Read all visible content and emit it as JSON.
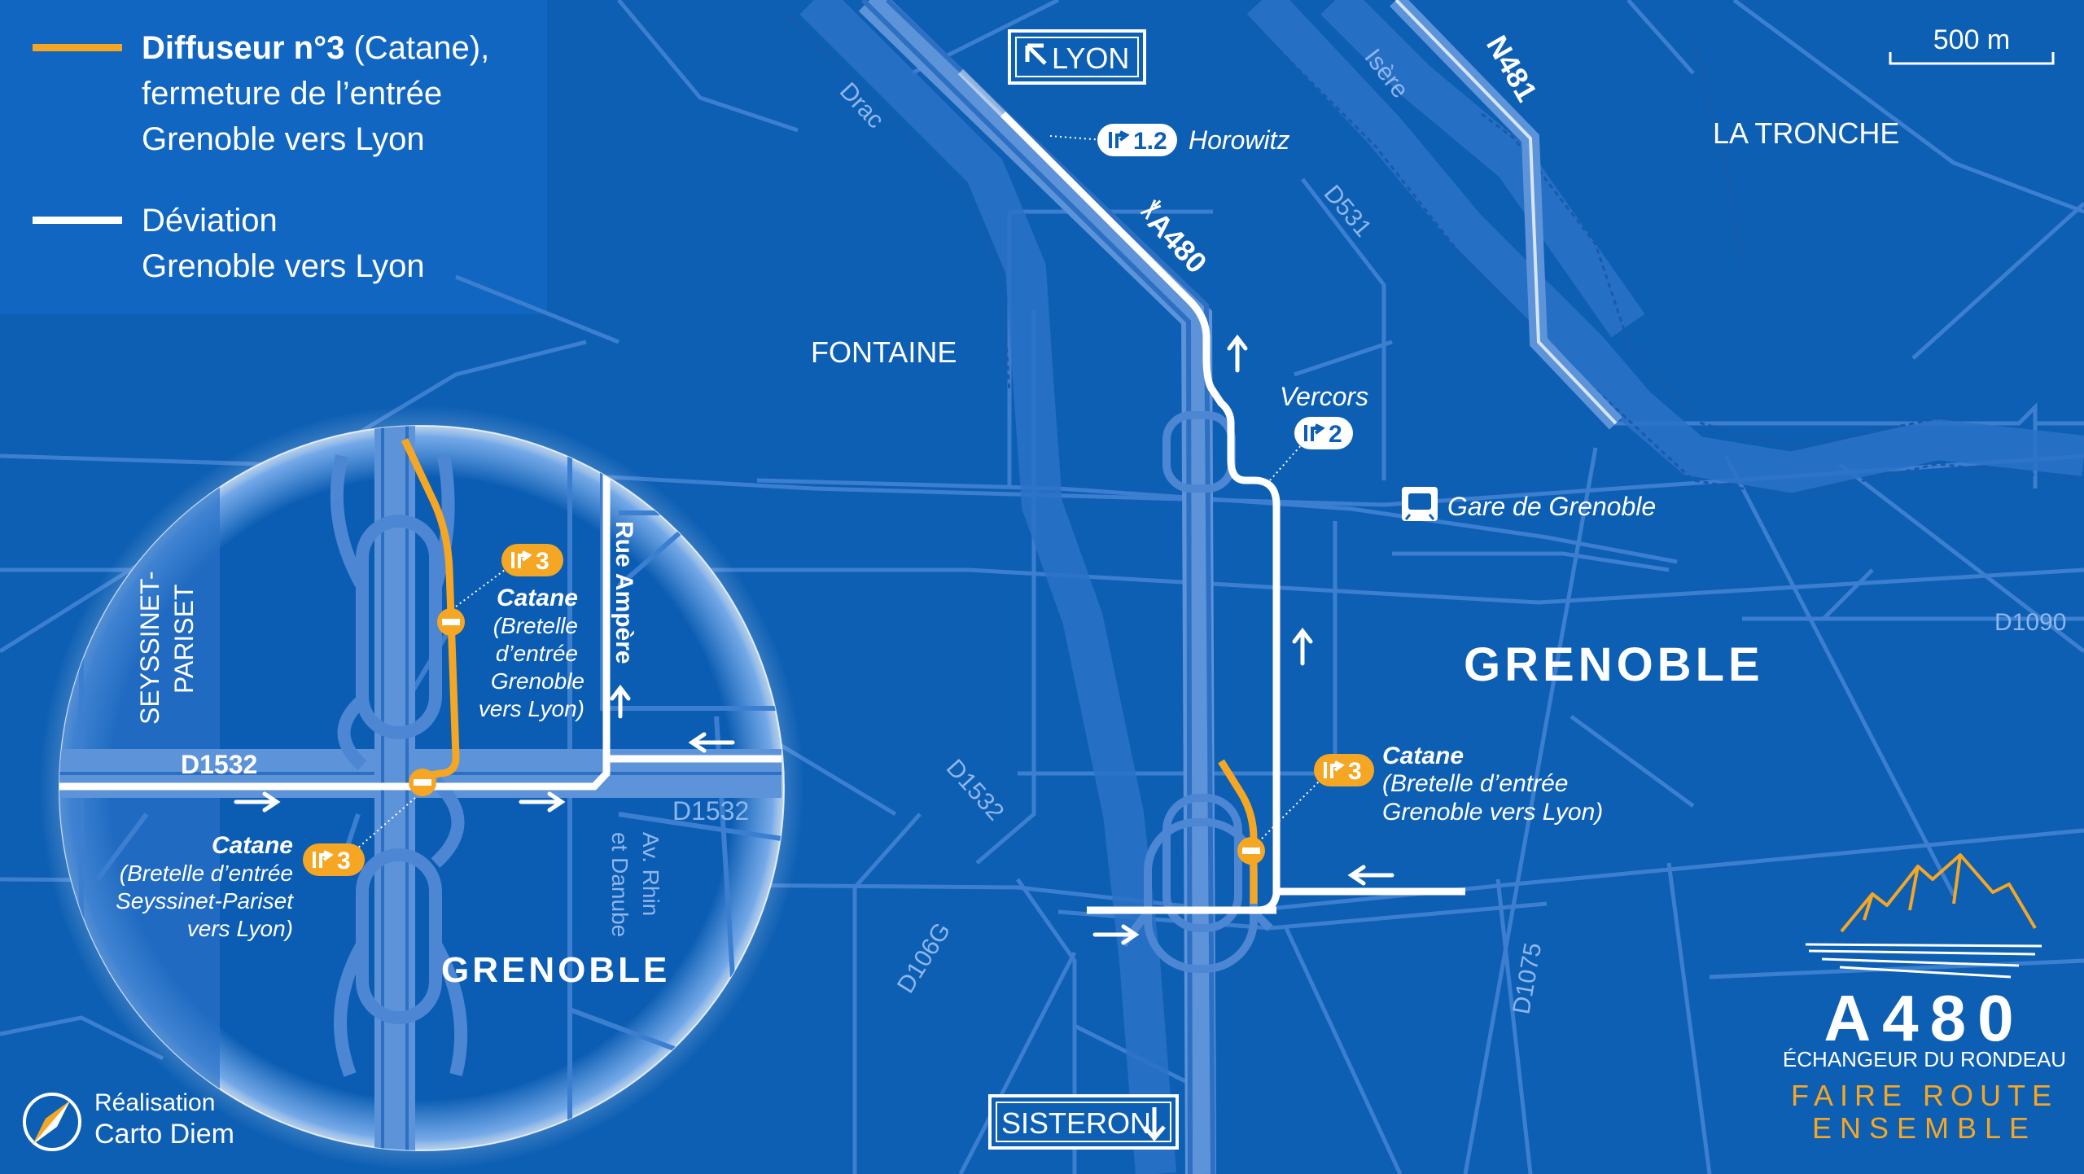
{
  "legend": {
    "closure_title": "Diffuseur n°3",
    "closure_line1_rest": " (Catane),",
    "closure_line2": "fermeture de l’entrée",
    "closure_line3": "Grenoble vers Lyon",
    "detour_line1": "Déviation",
    "detour_line2": "Grenoble vers Lyon"
  },
  "scale": {
    "label": "500 m"
  },
  "signs": {
    "lyon": "LYON",
    "sisteron": "SISTERON"
  },
  "places": {
    "fontaine": "FONTAINE",
    "la_tronche": "LA TRONCHE",
    "grenoble": "GRENOBLE",
    "gare": "Gare de Grenoble",
    "seyssinet_1": "SEYSSINET-",
    "seyssinet_2": "PARISET",
    "grenoble_inset": "GRENOBLE"
  },
  "roads": {
    "a480": "A480",
    "n481": "N481",
    "d531": "D531",
    "d1532_main": "D1532",
    "d106g": "D106G",
    "d1075": "D1075",
    "d1090": "D1090",
    "d1532_inset_left": "D1532",
    "d1532_inset_right": "D1532",
    "rue_ampere": "Rue Ampère",
    "av_rhin_1": "Av. Rhin",
    "av_rhin_2": "et Danube"
  },
  "rivers": {
    "drac": "Drac",
    "isere": "Isère"
  },
  "exits": {
    "horowitz": {
      "number": "1.2",
      "name": "Horowitz"
    },
    "vercors": {
      "number": "2",
      "name": "Vercors"
    },
    "catane_main": {
      "number": "3",
      "name": "Catane",
      "desc1": "(Bretelle d’entrée",
      "desc2": "Grenoble vers Lyon)"
    },
    "catane_inset_a": {
      "number": "3",
      "name": "Catane",
      "desc1": "(Bretelle",
      "desc2": "d’entrée",
      "desc3": "Grenoble",
      "desc4": "vers Lyon)"
    },
    "catane_inset_b": {
      "number": "3",
      "name": "Catane",
      "desc1": "(Bretelle d’entrée",
      "desc2": "Seyssinet-Pariset",
      "desc3": "vers Lyon)"
    }
  },
  "brand": {
    "title": "A480",
    "subtitle": "ÉCHANGEUR DU RONDEAU",
    "tagline1": "FAIRE ROUTE",
    "tagline2": "ENSEMBLE"
  },
  "credit": {
    "line1": "Réalisation",
    "line2": "Carto Diem"
  },
  "colors": {
    "background": "#0d5fb4",
    "detour": "#ffffff",
    "closure": "#f5a623",
    "street": "#3c7fd0",
    "motorway": "#5d93d9"
  }
}
